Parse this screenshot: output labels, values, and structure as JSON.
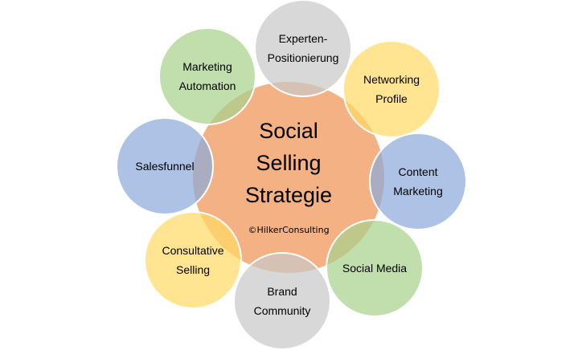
{
  "center": {
    "lines": [
      "Social",
      "Selling",
      "Strategie"
    ],
    "copyright": "©HilkerConsulting",
    "color": "#f4b183"
  },
  "nodes": [
    {
      "lines": [
        "Experten-",
        "Positionierung"
      ],
      "color": "#c9c9c9"
    },
    {
      "lines": [
        "Networking",
        "Profile"
      ],
      "color": "#ffd966"
    },
    {
      "lines": [
        "Content",
        "Marketing"
      ],
      "color": "#8eaadb"
    },
    {
      "lines": [
        "Social Media"
      ],
      "color": "#a9d18e"
    },
    {
      "lines": [
        "Brand",
        "Community"
      ],
      "color": "#c9c9c9"
    },
    {
      "lines": [
        "Consultative",
        "Selling"
      ],
      "color": "#ffd966"
    },
    {
      "lines": [
        "Salesfunnel"
      ],
      "color": "#8eaadb"
    },
    {
      "lines": [
        "Marketing",
        "Automation"
      ],
      "color": "#a9d18e"
    }
  ]
}
